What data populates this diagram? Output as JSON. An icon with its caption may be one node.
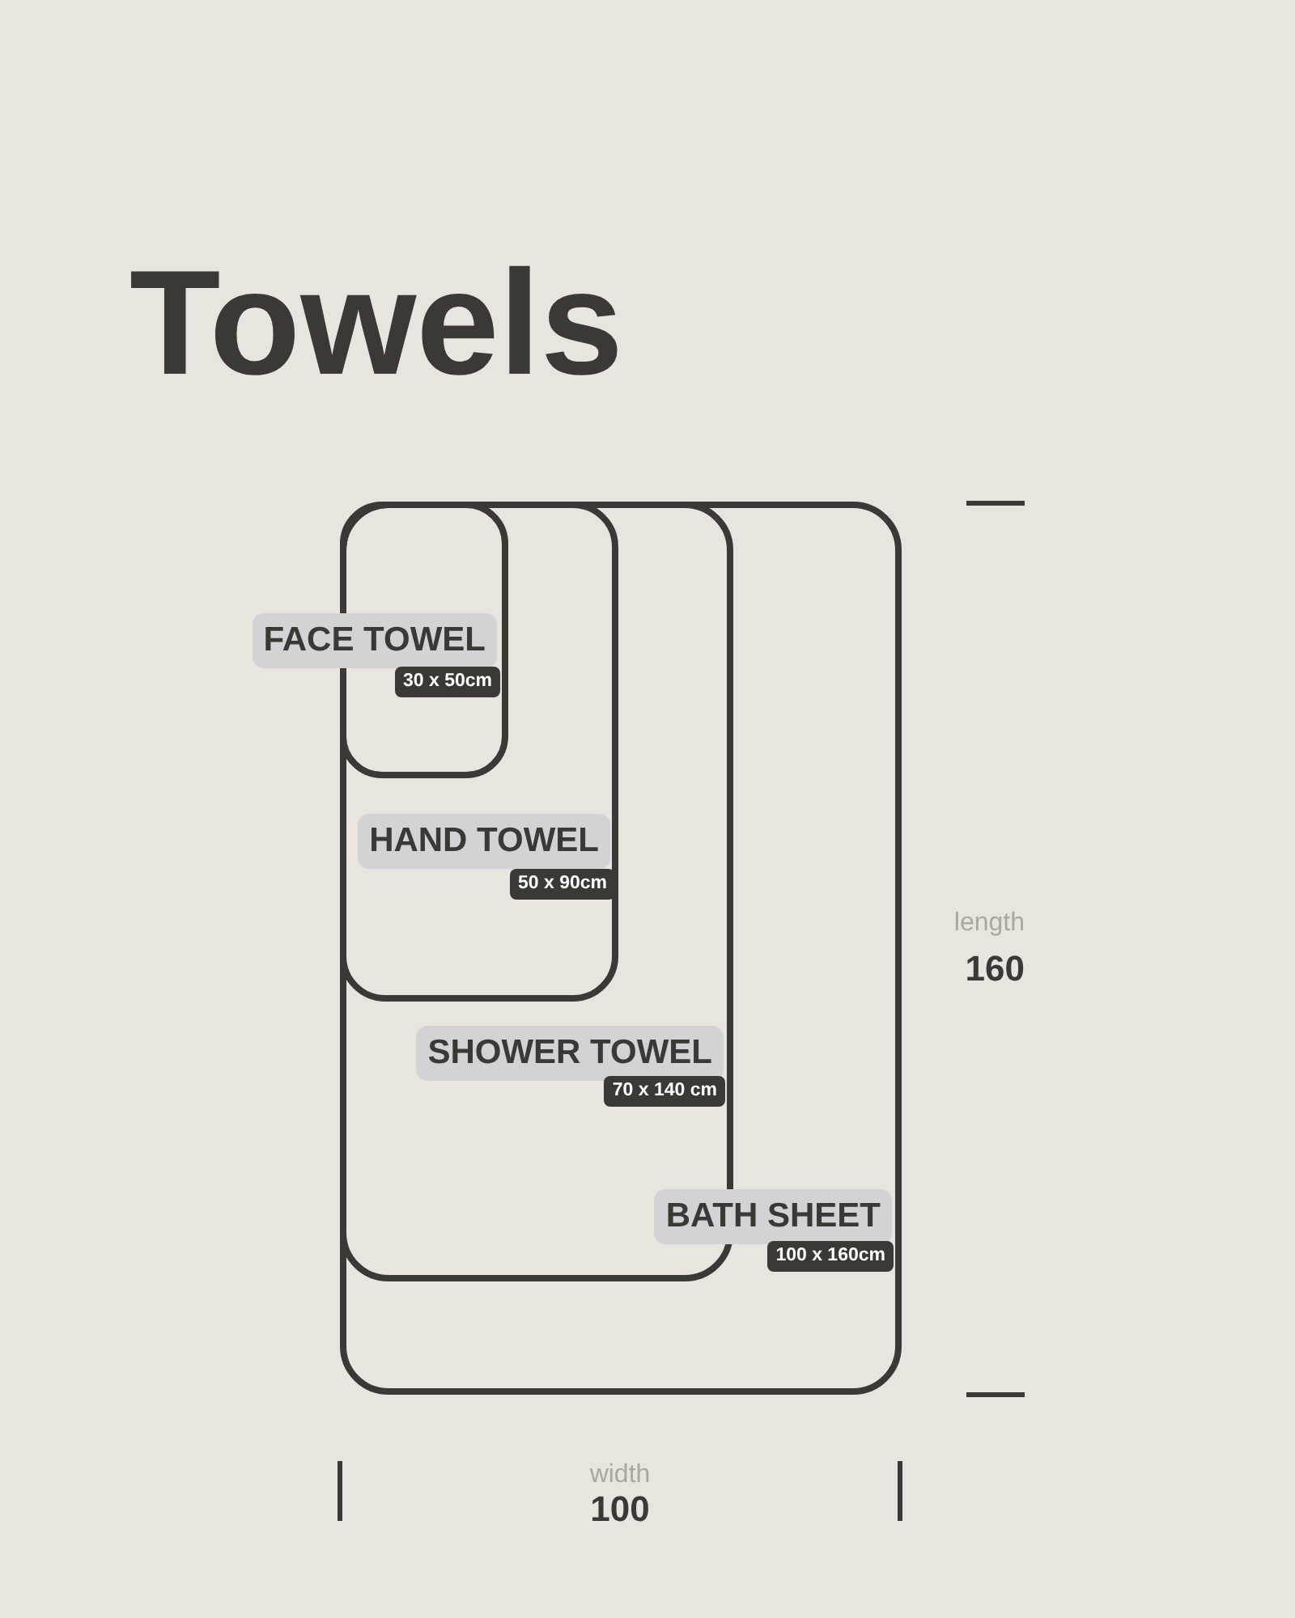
{
  "diagram": {
    "title": "Towels",
    "nodes": [
      {
        "text": [
          "BATH SHEET",
          "100 x 160cm"
        ]
      },
      {
        "text": [
          "SHOWER TOWEL",
          "70 x 140 cm"
        ],
        "in": 0
      },
      {
        "text": [
          "HAND TOWEL",
          "50 x 90cm"
        ],
        "in": 1
      },
      {
        "text": [
          "FACE TOWEL",
          "30 x 50cm"
        ],
        "in": 2
      }
    ],
    "labels": [
      "length",
      "160",
      "width",
      "100"
    ]
  }
}
